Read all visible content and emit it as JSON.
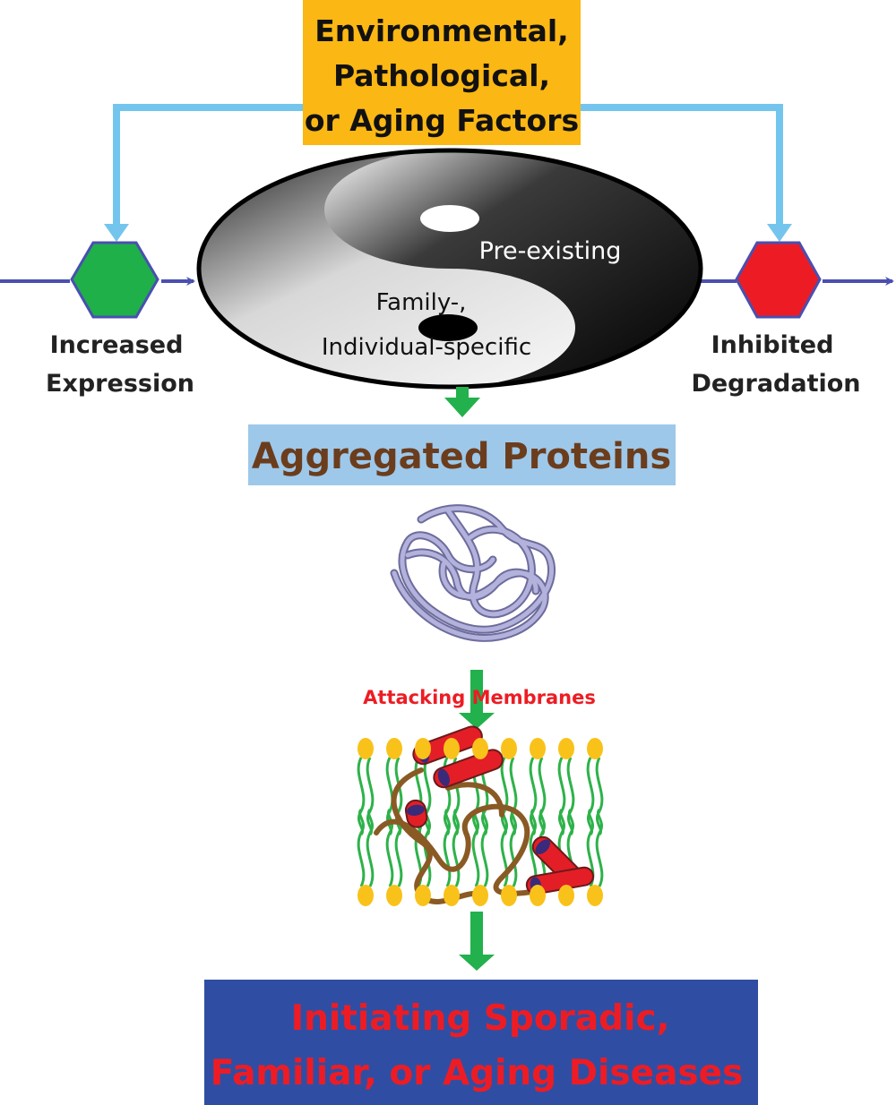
{
  "top_box": {
    "lines": [
      "Environmental,",
      "Pathological,",
      "or Aging Factors"
    ]
  },
  "yinyang": {
    "pre_existing": "Pre-existing",
    "family_line1": "Family-,",
    "family_line2": "Individual-specific"
  },
  "left_node": {
    "line1": "Increased",
    "line2": "Expression"
  },
  "right_node": {
    "line1": "Inhibited",
    "line2": "Degradation"
  },
  "aggregated_box": {
    "label": "Aggregated Proteins"
  },
  "attack_label": "Attacking Membranes",
  "bottom_box": {
    "line1": "Initiating Sporadic,",
    "line2": "Familiar, or Aging Diseases"
  },
  "colors": {
    "orange_box": "#fbb713",
    "light_blue": "#74c5ee",
    "dark_blue_arrow": "#4a4fb0",
    "green_hex": "#1fb04a",
    "red_hex": "#ed1c24",
    "green_arrow": "#22b14c",
    "aggregated_box_bg": "#9dc8ea",
    "aggregated_text": "#6b3d1d",
    "attack_text": "#ed1c24",
    "bottom_box_bg": "#2f4ea3",
    "bottom_text": "#ed1c24",
    "protein": "#a9a8d6",
    "lipid_head": "#f9c21a",
    "lipid_tail": "#2eb24a",
    "helix": "#e41e26",
    "coil": "#a06a2a"
  }
}
